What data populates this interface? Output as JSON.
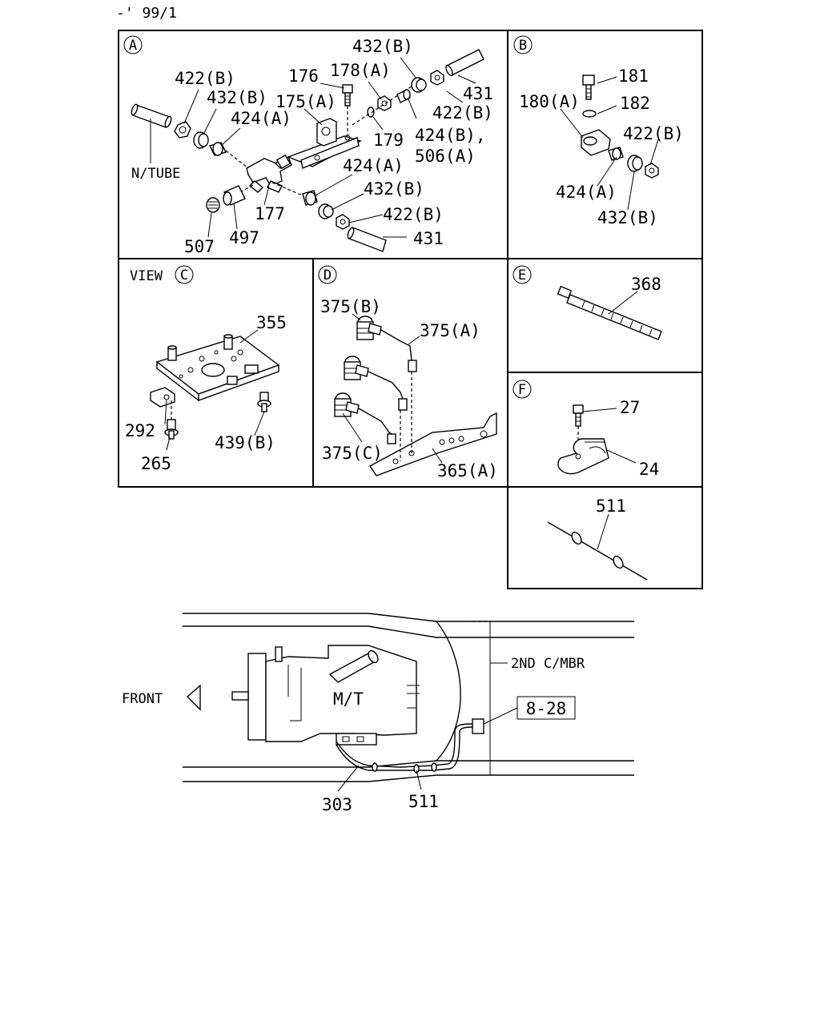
{
  "page": {
    "header": "-' 99/1"
  },
  "panels": {
    "a": {
      "letter": "A",
      "labels": [
        "422(B)",
        "432(B)",
        "424(A)",
        "N/TUBE",
        "176",
        "178(A)",
        "175(A)",
        "432(B)",
        "431",
        "422(B)",
        "179",
        "424(B),",
        "506(A)",
        "424(A)",
        "432(B)",
        "422(B)",
        "431",
        "177",
        "507",
        "497"
      ]
    },
    "b": {
      "letter": "B",
      "labels": [
        "181",
        "180(A)",
        "182",
        "422(B)",
        "424(A)",
        "432(B)"
      ]
    },
    "c": {
      "view_word": "VIEW",
      "letter": "C",
      "labels": [
        "355",
        "292",
        "265",
        "439(B)"
      ]
    },
    "d": {
      "letter": "D",
      "labels": [
        "375(B)",
        "375(A)",
        "375(C)",
        "365(A)"
      ]
    },
    "e": {
      "letter": "E",
      "labels": [
        "368"
      ]
    },
    "f": {
      "letter": "F",
      "labels": [
        "27",
        "24"
      ]
    },
    "g": {
      "labels": [
        "511"
      ]
    }
  },
  "bottom": {
    "front": "FRONT",
    "mt": "M/T",
    "member": "2ND C/MBR",
    "ref_box": "8-28",
    "labels": [
      "303",
      "511"
    ]
  }
}
